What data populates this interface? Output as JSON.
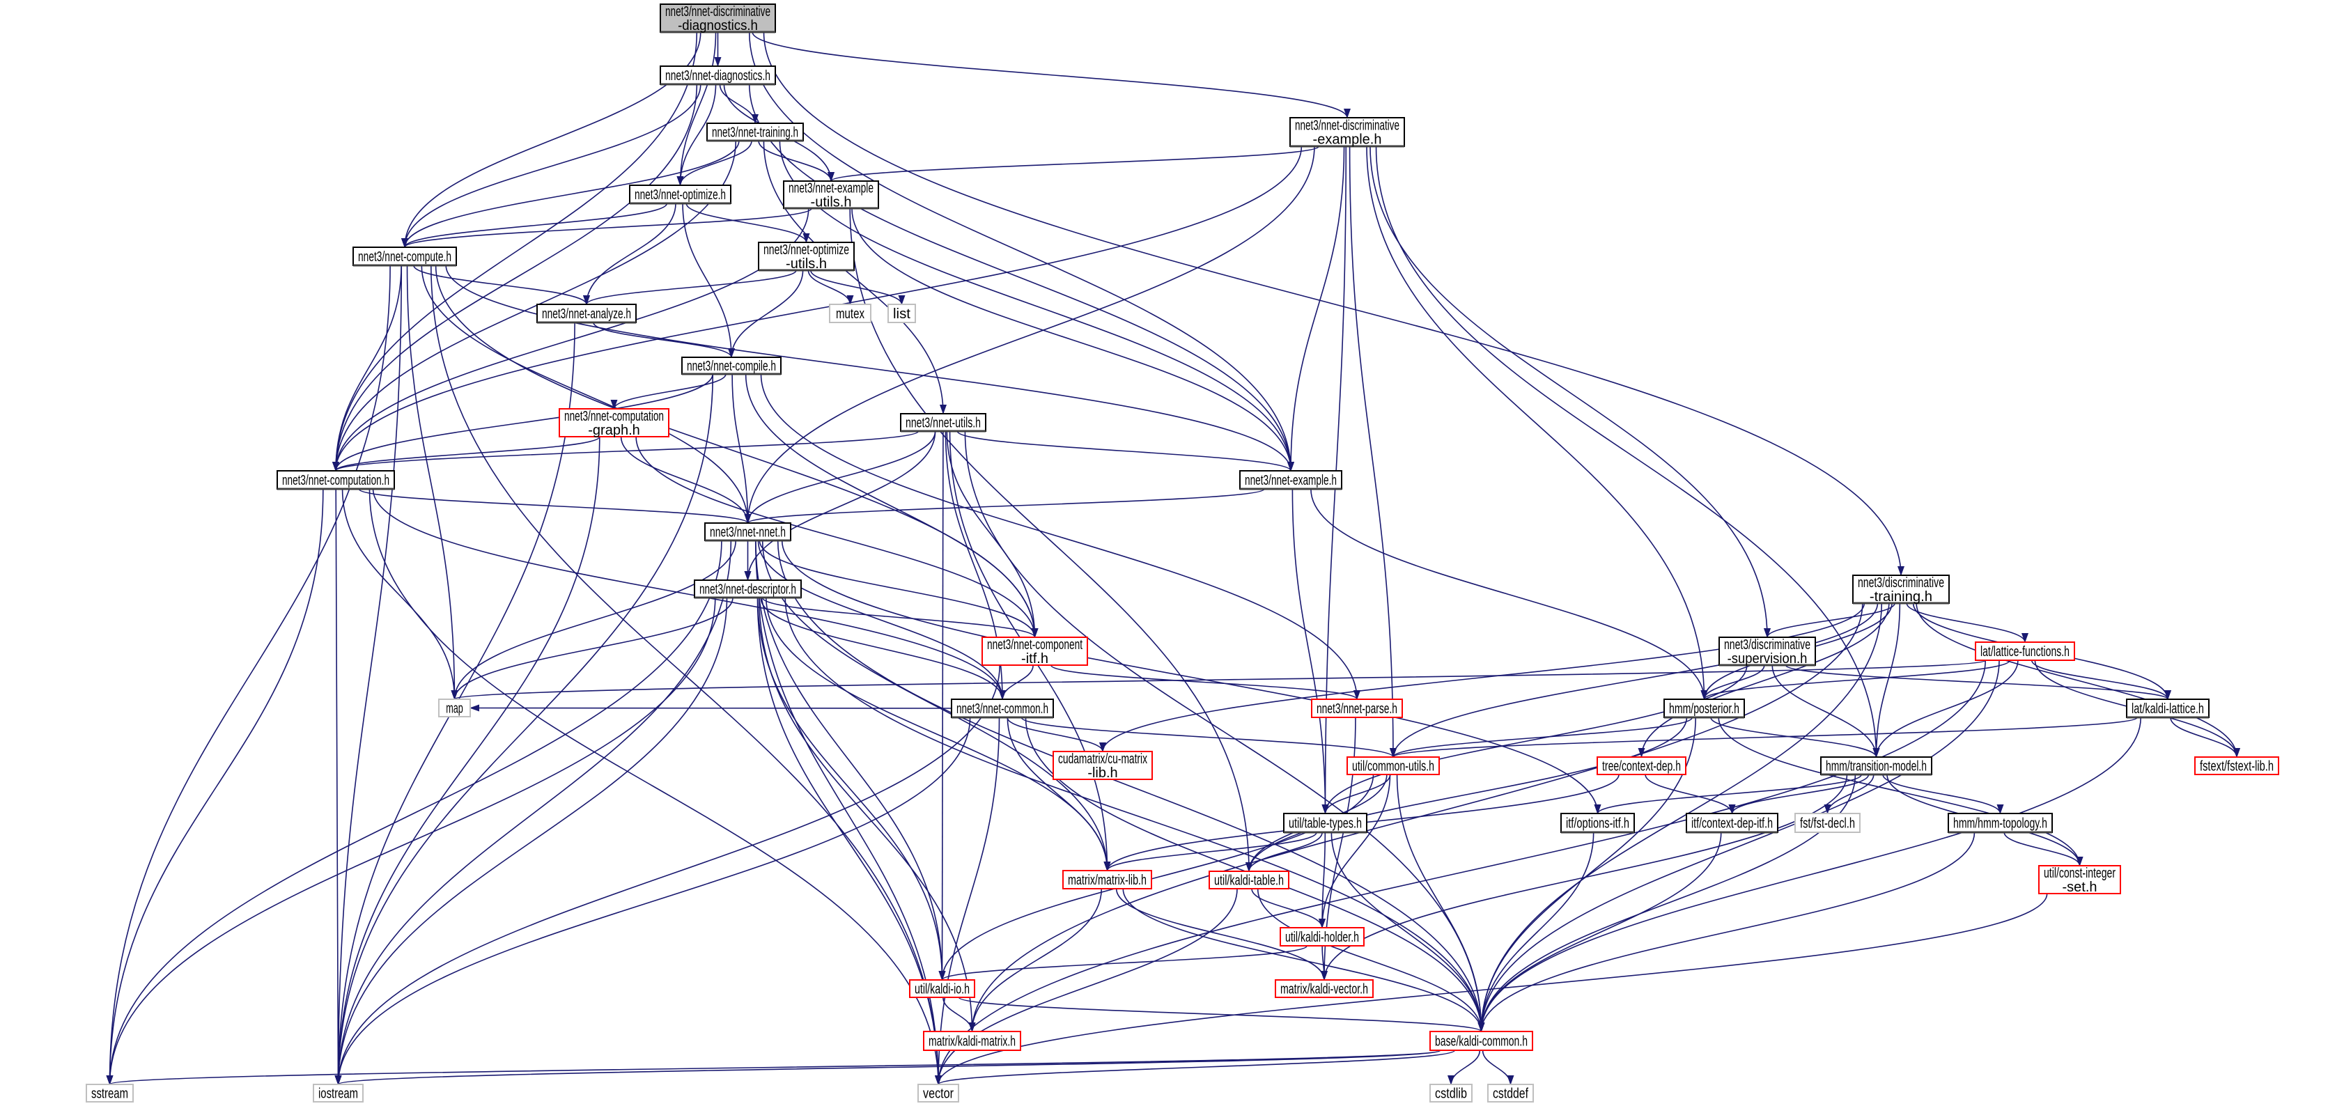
{
  "graph": {
    "title": "nnet3/nnet-discriminative-diagnostics.h include dependency graph",
    "colors": {
      "edge": "#191970",
      "normal_border": "#000000",
      "missing_border": "#ff0000",
      "external_border": "#bfbfbf",
      "root_fill": "#bfbfbf"
    },
    "nodes": [
      {
        "id": "n1",
        "label": [
          "nnet3/nnet-discriminative",
          "-diagnostics.h"
        ],
        "style": "root"
      },
      {
        "id": "n2",
        "label": [
          "nnet3/nnet-diagnostics.h"
        ],
        "style": "normal"
      },
      {
        "id": "n3",
        "label": [
          "nnet3/nnet-training.h"
        ],
        "style": "normal"
      },
      {
        "id": "n4",
        "label": [
          "nnet3/nnet-optimize.h"
        ],
        "style": "normal"
      },
      {
        "id": "n5",
        "label": [
          "nnet3/nnet-example",
          "-utils.h"
        ],
        "style": "normal"
      },
      {
        "id": "n6",
        "label": [
          "nnet3/nnet-compute.h"
        ],
        "style": "normal"
      },
      {
        "id": "n7",
        "label": [
          "nnet3/nnet-optimize",
          "-utils.h"
        ],
        "style": "normal"
      },
      {
        "id": "n8",
        "label": [
          "mutex"
        ],
        "style": "external"
      },
      {
        "id": "n9",
        "label": [
          "list"
        ],
        "style": "external"
      },
      {
        "id": "n10",
        "label": [
          "nnet3/nnet-analyze.h"
        ],
        "style": "normal"
      },
      {
        "id": "n11",
        "label": [
          "nnet3/nnet-compile.h"
        ],
        "style": "normal"
      },
      {
        "id": "n12",
        "label": [
          "nnet3/nnet-computation",
          "-graph.h"
        ],
        "style": "missing"
      },
      {
        "id": "n13",
        "label": [
          "nnet3/nnet-utils.h"
        ],
        "style": "normal"
      },
      {
        "id": "n14",
        "label": [
          "nnet3/nnet-computation.h"
        ],
        "style": "normal"
      },
      {
        "id": "n15",
        "label": [
          "nnet3/nnet-nnet.h"
        ],
        "style": "normal"
      },
      {
        "id": "n16",
        "label": [
          "nnet3/nnet-descriptor.h"
        ],
        "style": "normal"
      },
      {
        "id": "n17",
        "label": [
          "nnet3/nnet-component",
          "-itf.h"
        ],
        "style": "missing"
      },
      {
        "id": "n18",
        "label": [
          "map"
        ],
        "style": "external"
      },
      {
        "id": "n19",
        "label": [
          "nnet3/nnet-common.h"
        ],
        "style": "normal"
      },
      {
        "id": "n20",
        "label": [
          "cudamatrix/cu-matrix",
          "-lib.h"
        ],
        "style": "missing"
      },
      {
        "id": "n21",
        "label": [
          "matrix/matrix-lib.h"
        ],
        "style": "missing"
      },
      {
        "id": "n22",
        "label": [
          "util/kaldi-io.h"
        ],
        "style": "missing"
      },
      {
        "id": "n23",
        "label": [
          "matrix/kaldi-matrix.h"
        ],
        "style": "missing"
      },
      {
        "id": "n24",
        "label": [
          "sstream"
        ],
        "style": "external"
      },
      {
        "id": "n25",
        "label": [
          "iostream"
        ],
        "style": "external"
      },
      {
        "id": "n26",
        "label": [
          "vector"
        ],
        "style": "external"
      },
      {
        "id": "n27",
        "label": [
          "nnet3/nnet-discriminative",
          "-example.h"
        ],
        "style": "normal"
      },
      {
        "id": "n28",
        "label": [
          "nnet3/nnet-example.h"
        ],
        "style": "normal"
      },
      {
        "id": "n29",
        "label": [
          "nnet3/discriminative",
          "-training.h"
        ],
        "style": "normal"
      },
      {
        "id": "n30",
        "label": [
          "nnet3/discriminative",
          "-supervision.h"
        ],
        "style": "normal"
      },
      {
        "id": "n31",
        "label": [
          "lat/lattice-functions.h"
        ],
        "style": "missing"
      },
      {
        "id": "n32",
        "label": [
          "nnet3/nnet-parse.h"
        ],
        "style": "missing"
      },
      {
        "id": "n33",
        "label": [
          "hmm/posterior.h"
        ],
        "style": "normal"
      },
      {
        "id": "n34",
        "label": [
          "lat/kaldi-lattice.h"
        ],
        "style": "normal"
      },
      {
        "id": "n35",
        "label": [
          "util/common-utils.h"
        ],
        "style": "missing"
      },
      {
        "id": "n36",
        "label": [
          "tree/context-dep.h"
        ],
        "style": "missing"
      },
      {
        "id": "n37",
        "label": [
          "hmm/transition-model.h"
        ],
        "style": "normal"
      },
      {
        "id": "n38",
        "label": [
          "fstext/fstext-lib.h"
        ],
        "style": "missing"
      },
      {
        "id": "n39",
        "label": [
          "util/table-types.h"
        ],
        "style": "normal"
      },
      {
        "id": "n40",
        "label": [
          "itf/options-itf.h"
        ],
        "style": "normal"
      },
      {
        "id": "n41",
        "label": [
          "itf/context-dep-itf.h"
        ],
        "style": "normal"
      },
      {
        "id": "n42",
        "label": [
          "fst/fst-decl.h"
        ],
        "style": "external"
      },
      {
        "id": "n43",
        "label": [
          "hmm/hmm-topology.h"
        ],
        "style": "normal"
      },
      {
        "id": "n44",
        "label": [
          "util/kaldi-table.h"
        ],
        "style": "missing"
      },
      {
        "id": "n45",
        "label": [
          "util/const-integer",
          "-set.h"
        ],
        "style": "missing"
      },
      {
        "id": "n46",
        "label": [
          "util/kaldi-holder.h"
        ],
        "style": "missing"
      },
      {
        "id": "n47",
        "label": [
          "matrix/kaldi-vector.h"
        ],
        "style": "missing"
      },
      {
        "id": "n48",
        "label": [
          "base/kaldi-common.h"
        ],
        "style": "missing"
      },
      {
        "id": "n49",
        "label": [
          "cstdlib"
        ],
        "style": "external"
      },
      {
        "id": "n50",
        "label": [
          "cstddef"
        ],
        "style": "external"
      }
    ],
    "edges": [
      [
        "n1",
        "n2"
      ],
      [
        "n1",
        "n4"
      ],
      [
        "n1",
        "n6"
      ],
      [
        "n1",
        "n14"
      ],
      [
        "n1",
        "n28"
      ],
      [
        "n1",
        "n27"
      ],
      [
        "n1",
        "n29"
      ],
      [
        "n2",
        "n3"
      ],
      [
        "n2",
        "n4"
      ],
      [
        "n2",
        "n5"
      ],
      [
        "n2",
        "n6"
      ],
      [
        "n2",
        "n14"
      ],
      [
        "n2",
        "n28"
      ],
      [
        "n3",
        "n4"
      ],
      [
        "n3",
        "n5"
      ],
      [
        "n3",
        "n6"
      ],
      [
        "n3",
        "n13"
      ],
      [
        "n3",
        "n14"
      ],
      [
        "n3",
        "n28"
      ],
      [
        "n4",
        "n6"
      ],
      [
        "n4",
        "n7"
      ],
      [
        "n4",
        "n10"
      ],
      [
        "n4",
        "n11"
      ],
      [
        "n5",
        "n6"
      ],
      [
        "n5",
        "n14"
      ],
      [
        "n5",
        "n28"
      ],
      [
        "n5",
        "n44"
      ],
      [
        "n6",
        "n10"
      ],
      [
        "n6",
        "n14"
      ],
      [
        "n6",
        "n15"
      ],
      [
        "n6",
        "n18"
      ],
      [
        "n6",
        "n24"
      ],
      [
        "n6",
        "n25"
      ],
      [
        "n6",
        "n26"
      ],
      [
        "n6",
        "n28"
      ],
      [
        "n6",
        "n17"
      ],
      [
        "n7",
        "n8"
      ],
      [
        "n7",
        "n9"
      ],
      [
        "n7",
        "n10"
      ],
      [
        "n7",
        "n11"
      ],
      [
        "n10",
        "n11"
      ],
      [
        "n10",
        "n25"
      ],
      [
        "n11",
        "n12"
      ],
      [
        "n11",
        "n14"
      ],
      [
        "n11",
        "n15"
      ],
      [
        "n11",
        "n17"
      ],
      [
        "n11",
        "n32"
      ],
      [
        "n11",
        "n25"
      ],
      [
        "n12",
        "n14"
      ],
      [
        "n12",
        "n15"
      ],
      [
        "n12",
        "n17"
      ],
      [
        "n12",
        "n25"
      ],
      [
        "n13",
        "n14"
      ],
      [
        "n13",
        "n15"
      ],
      [
        "n13",
        "n16"
      ],
      [
        "n13",
        "n17"
      ],
      [
        "n13",
        "n19"
      ],
      [
        "n13",
        "n21"
      ],
      [
        "n13",
        "n28"
      ],
      [
        "n13",
        "n48"
      ],
      [
        "n13",
        "n22"
      ],
      [
        "n14",
        "n15"
      ],
      [
        "n14",
        "n18"
      ],
      [
        "n14",
        "n19"
      ],
      [
        "n14",
        "n24"
      ],
      [
        "n14",
        "n25"
      ],
      [
        "n14",
        "n26"
      ],
      [
        "n15",
        "n16"
      ],
      [
        "n15",
        "n17"
      ],
      [
        "n15",
        "n19"
      ],
      [
        "n15",
        "n21"
      ],
      [
        "n15",
        "n18"
      ],
      [
        "n15",
        "n24"
      ],
      [
        "n15",
        "n25"
      ],
      [
        "n15",
        "n26"
      ],
      [
        "n15",
        "n22"
      ],
      [
        "n15",
        "n40"
      ],
      [
        "n15",
        "n48"
      ],
      [
        "n16",
        "n17"
      ],
      [
        "n16",
        "n19"
      ],
      [
        "n16",
        "n18"
      ],
      [
        "n16",
        "n21"
      ],
      [
        "n16",
        "n22"
      ],
      [
        "n16",
        "n23"
      ],
      [
        "n16",
        "n24"
      ],
      [
        "n16",
        "n25"
      ],
      [
        "n16",
        "n26"
      ],
      [
        "n16",
        "n48"
      ],
      [
        "n17",
        "n19"
      ],
      [
        "n17",
        "n32"
      ],
      [
        "n17",
        "n25"
      ],
      [
        "n19",
        "n20"
      ],
      [
        "n19",
        "n21"
      ],
      [
        "n19",
        "n35"
      ],
      [
        "n19",
        "n18"
      ],
      [
        "n19",
        "n48"
      ],
      [
        "n19",
        "n25"
      ],
      [
        "n19",
        "n26"
      ],
      [
        "n27",
        "n5"
      ],
      [
        "n27",
        "n14"
      ],
      [
        "n27",
        "n15"
      ],
      [
        "n27",
        "n28"
      ],
      [
        "n27",
        "n30"
      ],
      [
        "n27",
        "n33"
      ],
      [
        "n27",
        "n37"
      ],
      [
        "n27",
        "n35"
      ],
      [
        "n27",
        "n39"
      ],
      [
        "n28",
        "n15"
      ],
      [
        "n28",
        "n33"
      ],
      [
        "n28",
        "n39"
      ],
      [
        "n29",
        "n30"
      ],
      [
        "n29",
        "n31"
      ],
      [
        "n29",
        "n33"
      ],
      [
        "n29",
        "n34"
      ],
      [
        "n29",
        "n37"
      ],
      [
        "n29",
        "n38"
      ],
      [
        "n29",
        "n48"
      ],
      [
        "n29",
        "n36"
      ],
      [
        "n29",
        "n35"
      ],
      [
        "n29",
        "n23"
      ],
      [
        "n29",
        "n20"
      ],
      [
        "n30",
        "n33"
      ],
      [
        "n30",
        "n37"
      ],
      [
        "n30",
        "n34"
      ],
      [
        "n30",
        "n39"
      ],
      [
        "n31",
        "n33"
      ],
      [
        "n31",
        "n34"
      ],
      [
        "n31",
        "n37"
      ],
      [
        "n31",
        "n38"
      ],
      [
        "n31",
        "n48"
      ],
      [
        "n31",
        "n18"
      ],
      [
        "n31",
        "n26"
      ],
      [
        "n32",
        "n47"
      ],
      [
        "n33",
        "n37"
      ],
      [
        "n33",
        "n45"
      ],
      [
        "n33",
        "n48"
      ],
      [
        "n33",
        "n35"
      ],
      [
        "n33",
        "n44"
      ],
      [
        "n34",
        "n38"
      ],
      [
        "n34",
        "n35"
      ],
      [
        "n34",
        "n48"
      ],
      [
        "n35",
        "n39"
      ],
      [
        "n35",
        "n44"
      ],
      [
        "n35",
        "n46"
      ],
      [
        "n35",
        "n22"
      ],
      [
        "n35",
        "n48"
      ],
      [
        "n36",
        "n41"
      ],
      [
        "n36",
        "n21"
      ],
      [
        "n37",
        "n40"
      ],
      [
        "n37",
        "n41"
      ],
      [
        "n37",
        "n42"
      ],
      [
        "n37",
        "n43"
      ],
      [
        "n37",
        "n45"
      ],
      [
        "n37",
        "n48"
      ],
      [
        "n37",
        "n47"
      ],
      [
        "n39",
        "n44"
      ],
      [
        "n39",
        "n46"
      ],
      [
        "n39",
        "n21"
      ],
      [
        "n39",
        "n48"
      ],
      [
        "n40",
        "n48"
      ],
      [
        "n41",
        "n48"
      ],
      [
        "n43",
        "n45"
      ],
      [
        "n43",
        "n48"
      ],
      [
        "n44",
        "n46"
      ],
      [
        "n44",
        "n48"
      ],
      [
        "n44",
        "n26"
      ],
      [
        "n45",
        "n26"
      ],
      [
        "n46",
        "n47"
      ],
      [
        "n46",
        "n22"
      ],
      [
        "n21",
        "n23"
      ],
      [
        "n21",
        "n47"
      ],
      [
        "n21",
        "n48"
      ],
      [
        "n22",
        "n23"
      ],
      [
        "n22",
        "n48"
      ],
      [
        "n48",
        "n24"
      ],
      [
        "n48",
        "n25"
      ],
      [
        "n48",
        "n26"
      ],
      [
        "n48",
        "n49"
      ],
      [
        "n48",
        "n50"
      ]
    ]
  }
}
